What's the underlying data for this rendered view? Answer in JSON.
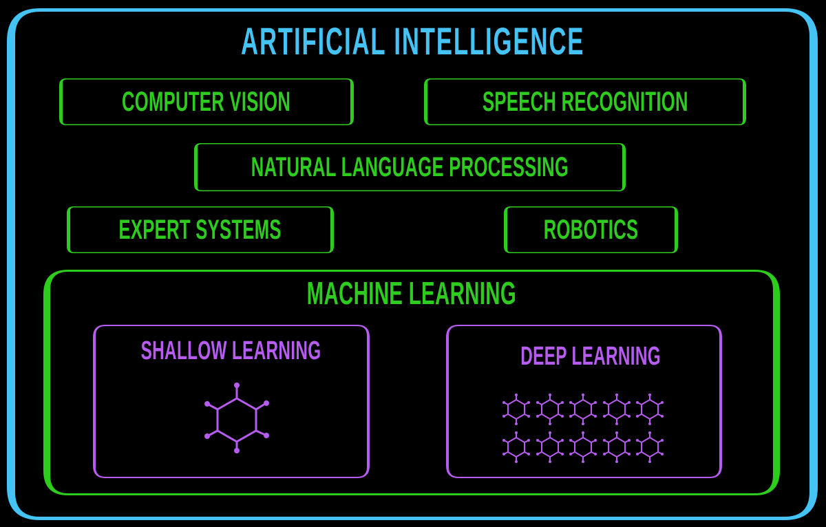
{
  "colors": {
    "background": "#000000",
    "ai_frame": "#45C3F5",
    "field_green": "#2ECC1E",
    "learning_purple": "#B65CF0"
  },
  "ai": {
    "title": "ARTIFICIAL INTELLIGENCE"
  },
  "fields": [
    {
      "label": "COMPUTER VISION"
    },
    {
      "label": "SPEECH RECOGNITION"
    },
    {
      "label": "NATURAL LANGUAGE PROCESSING"
    },
    {
      "label": "EXPERT SYSTEMS"
    },
    {
      "label": "ROBOTICS"
    }
  ],
  "machine_learning": {
    "title": "MACHINE LEARNING",
    "subfields": [
      {
        "label": "SHALLOW LEARNING",
        "icon": "hexagon-network-icon",
        "icon_count": 1
      },
      {
        "label": "DEEP LEARNING",
        "icon": "hexagon-network-icon",
        "icon_count": 10,
        "grid": "5x2"
      }
    ]
  }
}
